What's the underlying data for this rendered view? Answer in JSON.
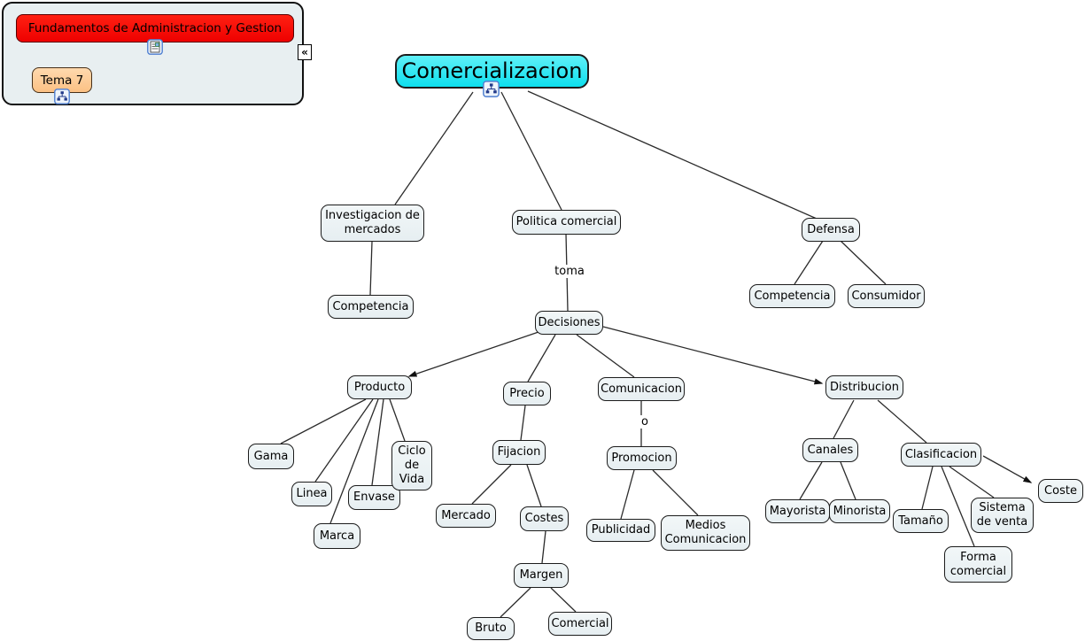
{
  "panel": {
    "root_label": "Fundamentos de Administracion y Gestion",
    "tema_label": "Tema 7",
    "collapse_glyph": "«"
  },
  "colors": {
    "root_node": "#ee0000",
    "tema_node": "#fbc184",
    "title_node": "#0ddfee",
    "concept_node": "#e9f0f2",
    "panel_bg": "#e8eff1",
    "edge": "#2b2b2b"
  },
  "icons": {
    "resource": "resource-document-icon",
    "submap": "submap-tree-icon",
    "collapse": "collapse-chevrons-icon"
  },
  "map": {
    "nodes": {
      "comercializacion": "Comercializacion",
      "investigacion": "Investigacion de mercados",
      "competencia_izq": "Competencia",
      "politica": "Politica comercial",
      "decisiones": "Decisiones",
      "defensa": "Defensa",
      "competencia_der": "Competencia",
      "consumidor": "Consumidor",
      "producto": "Producto",
      "gama": "Gama",
      "linea": "Linea",
      "marca": "Marca",
      "envase": "Envase",
      "ciclo": "Ciclo de Vida",
      "precio": "Precio",
      "fijacion": "Fijacion",
      "mercado": "Mercado",
      "costes": "Costes",
      "margen": "Margen",
      "bruto": "Bruto",
      "comercial": "Comercial",
      "comunicacion": "Comunicacion",
      "promocion": "Promocion",
      "publicidad": "Publicidad",
      "medios": "Medios Comunicacion",
      "distribucion": "Distribucion",
      "canales": "Canales",
      "mayorista": "Mayorista",
      "minorista": "Minorista",
      "clasificacion": "Clasificacion",
      "tamano": "Tamaño",
      "sistema": "Sistema de venta",
      "forma": "Forma comercial",
      "coste": "Coste"
    },
    "link_labels": {
      "toma": "toma",
      "o": "o"
    }
  }
}
